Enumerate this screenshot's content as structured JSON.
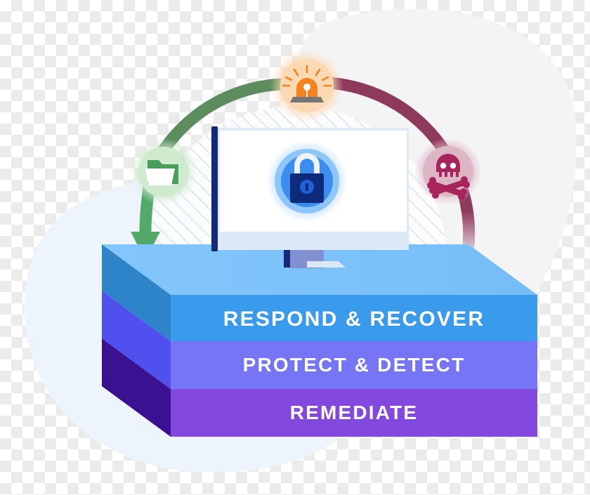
{
  "illustration": {
    "title": "Cybersecurity defense-in-depth stack",
    "background": {
      "checkerboard": "transparency-checkerboard",
      "blob_left_color": "#eef4fc",
      "blob_right_color": "#f4f4f5"
    },
    "hatch_dome": {
      "name": "diagonal-hatch-dome",
      "stripe_color": "#c8dcf5"
    }
  },
  "stack": {
    "name": "three-tier-security-stack",
    "top_surface_color": "#7fc3fa",
    "layers": [
      {
        "id": "respond-recover",
        "label": "RESPOND & RECOVER",
        "front_color": "#3a9aeb",
        "side_color": "#2e84c9",
        "order": 1
      },
      {
        "id": "protect-detect",
        "label": "PROTECT & DETECT",
        "front_color": "#7575f5",
        "side_color": "#5050ef",
        "order": 2
      },
      {
        "id": "remediate",
        "label": "REMEDIATE",
        "front_color": "#8348dd",
        "side_color": "#3c1191",
        "order": 3
      }
    ]
  },
  "monitor": {
    "name": "computer-monitor",
    "screen_color": "#ffffff",
    "bezel_color": "#dce9f8",
    "edge_bar_color": "#15297a",
    "stand_neck_color": "#8290cf",
    "stand_outline_color": "#15297a",
    "stand_base_color": "#d9e7f7",
    "lock_icon": {
      "name": "padlock-icon",
      "body_color": "#0e2a7a",
      "ring_color": "#3b8ef0",
      "glow_color": "#9dcdfb",
      "shackle_color": "#f0f4f8",
      "keyhole_color": "#1f62d8"
    }
  },
  "arcs": [
    {
      "id": "arc-left",
      "name": "green-recovery-arc",
      "color": "#5d8d5f",
      "from": "siren",
      "to": "folder"
    },
    {
      "id": "arc-right",
      "name": "maroon-threat-arc",
      "color": "#8e3a5c",
      "from": "skull",
      "to": "stack"
    }
  ],
  "arrow": {
    "name": "green-down-arrow",
    "color": "#53a967"
  },
  "nodes": [
    {
      "id": "siren",
      "name": "alert-siren-icon",
      "circle_color": "#fbd9b2",
      "glyph_primary": "#f5821f",
      "glyph_secondary": "#767676",
      "position": "top"
    },
    {
      "id": "folder",
      "name": "backup-folder-icon",
      "circle_color": "#cfeacf",
      "glyph_primary": "#4a9e5c",
      "glyph_secondary": "#ffffff",
      "position": "left"
    },
    {
      "id": "skull",
      "name": "skull-crossbones-icon",
      "circle_color": "#ddb6c5",
      "glyph_primary": "#a8245c",
      "glyph_secondary": "#ffffff",
      "position": "right"
    }
  ]
}
